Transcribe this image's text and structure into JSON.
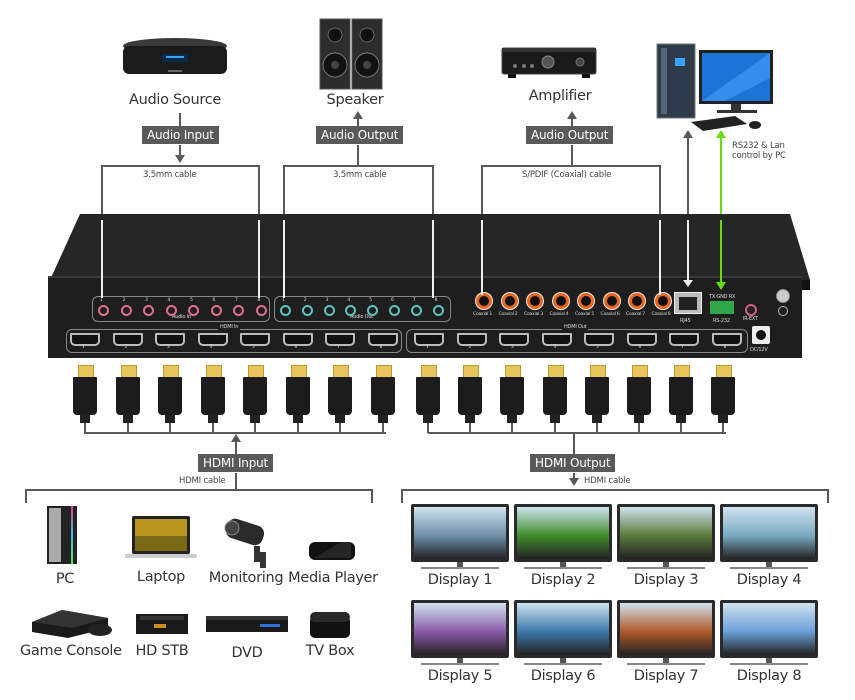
{
  "top_devices": [
    {
      "id": "audio-source",
      "label": "Audio Source",
      "tag": "Audio Input",
      "cable": "3.5mm cable"
    },
    {
      "id": "speaker",
      "label": "Speaker",
      "tag": "Audio Output",
      "cable": "3.5mm cable"
    },
    {
      "id": "amplifier",
      "label": "Amplifier",
      "tag": "Audio Output",
      "cable": "S/PDIF (Coaxial) cable"
    }
  ],
  "pc_control": {
    "note_line1": "RS232 & Lan",
    "note_line2": "control by PC",
    "arrow_color": "#66dd11"
  },
  "panel": {
    "audio_in_label": "Audio In",
    "audio_out_label": "Audio Out",
    "hdmi_in_label": "HDMI In",
    "hdmi_out_label": "HDMI Out",
    "port_numbers": [
      "1",
      "2",
      "3",
      "4",
      "5",
      "6",
      "7",
      "8"
    ],
    "coaxial_labels": [
      "Coaxial 1",
      "Coaxial 2",
      "Coaxial 3",
      "Coaxial 4",
      "Coaxial 5",
      "Coaxial 6",
      "Coaxial 7",
      "Coaxial 8"
    ],
    "rj45_label": "RJ45",
    "rs232_label": "RS-232",
    "rs232_pins": "TX GND RX",
    "ir_ext_label": "IR-EXT",
    "dc_label": "DC/12V",
    "colors": {
      "audio_in": "#e0708a",
      "audio_out": "#5cc4c0",
      "coaxial": "#e8661e",
      "panel": "#2a2a2a"
    }
  },
  "hdmi_input": {
    "tag": "HDMI Input",
    "cable": "HDMI cable"
  },
  "hdmi_output": {
    "tag": "HDMI Output",
    "cable": "HDMI cable"
  },
  "sources": [
    {
      "label": "PC"
    },
    {
      "label": "Laptop"
    },
    {
      "label": "Monitoring"
    },
    {
      "label": "Media Player"
    },
    {
      "label": "Game Console"
    },
    {
      "label": "HD STB"
    },
    {
      "label": "DVD"
    },
    {
      "label": "TV Box"
    }
  ],
  "displays": [
    {
      "label": "Display 1",
      "scene": "#6f8fa8"
    },
    {
      "label": "Display 2",
      "scene": "#3f8c2a"
    },
    {
      "label": "Display 3",
      "scene": "#5a7a3a"
    },
    {
      "label": "Display 4",
      "scene": "#7aa9c0"
    },
    {
      "label": "Display 5",
      "scene": "#8a5aa8"
    },
    {
      "label": "Display 6",
      "scene": "#3a78a8"
    },
    {
      "label": "Display 7",
      "scene": "#b05a2a"
    },
    {
      "label": "Display 8",
      "scene": "#6aa0d8"
    }
  ]
}
